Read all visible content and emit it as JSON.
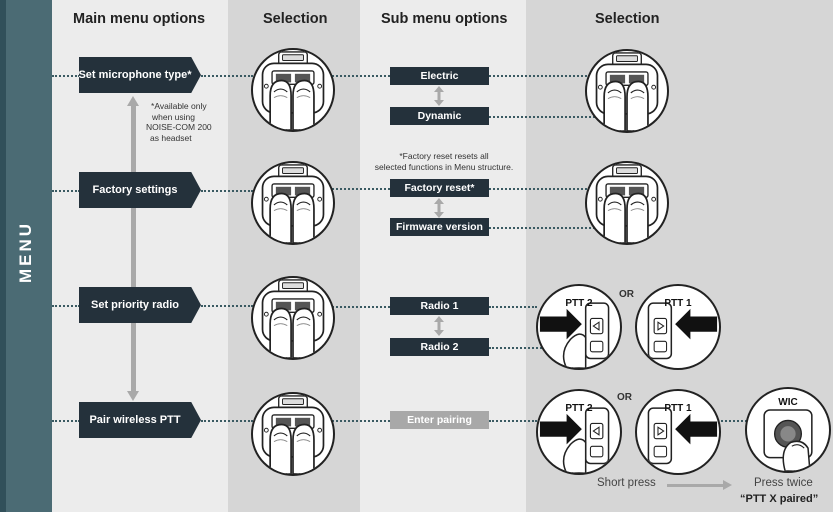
{
  "sidebar": {
    "label": "MENU"
  },
  "headers": {
    "main": "Main menu options",
    "selection1": "Selection",
    "sub": "Sub menu options",
    "selection2": "Selection"
  },
  "main_items": [
    {
      "label": "Set microphone type*"
    },
    {
      "label": "Factory settings"
    },
    {
      "label": "Set priority radio"
    },
    {
      "label": "Pair wireless PTT"
    }
  ],
  "notes": {
    "mic": [
      "*Available only",
      "when using",
      "NOISE-COM 200",
      "as headset"
    ],
    "factory": [
      "*Factory reset resets all",
      "selected functions in Menu structure."
    ]
  },
  "sub_items": {
    "mic": [
      "Electric",
      "Dynamic"
    ],
    "factory": [
      "Factory reset*",
      "Firmware version"
    ],
    "priority": [
      "Radio 1",
      "Radio 2"
    ],
    "pair": [
      "Enter pairing"
    ]
  },
  "selection": {
    "or_label": "OR",
    "ptt2": "PTT 2",
    "ptt1": "PTT 1",
    "wic": "WIC",
    "short_press": "Short press",
    "press_twice": "Press twice",
    "paired": "“PTT X paired”"
  },
  "colors": {
    "sidebar": "#4b6b74",
    "button_dark": "#24313b",
    "button_disabled": "#a8a8a8",
    "arrow_gray": "#a9a9a9",
    "dotted_line": "#3a5a62",
    "column_light": "#ececec",
    "column_dark": "#d6d6d6"
  }
}
